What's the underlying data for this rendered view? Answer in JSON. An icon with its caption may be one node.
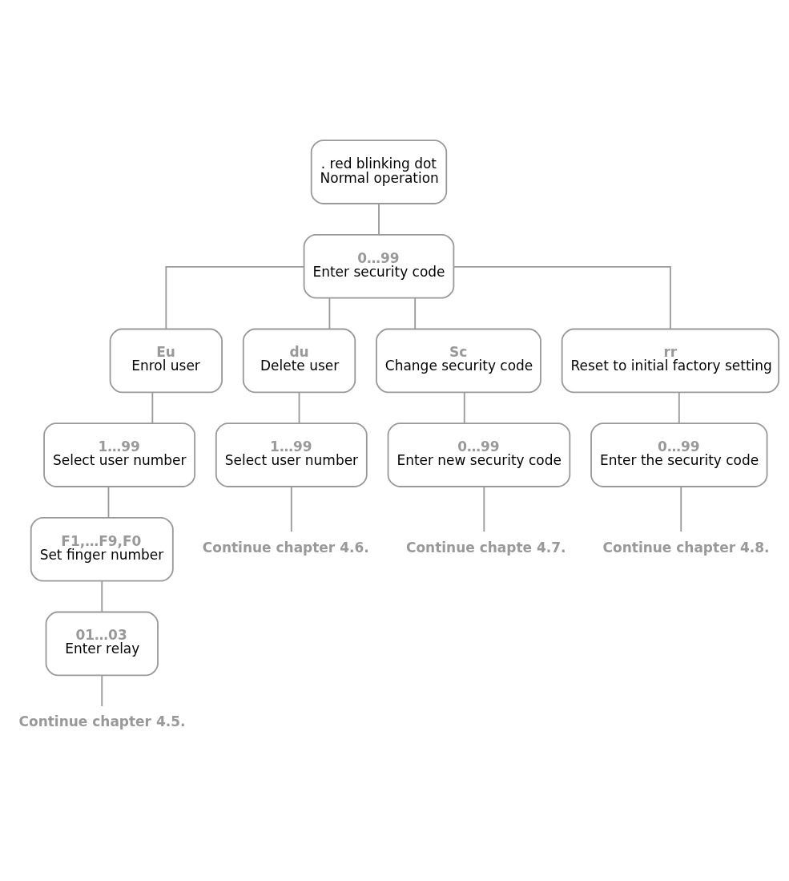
{
  "diagram": {
    "nodes": [
      {
        "text": [
          ". red blinking dot",
          "Normal operation"
        ]
      },
      {
        "text": [
          "0…99",
          "Enter security code"
        ]
      },
      {
        "text": [
          "Eu",
          "Enrol user"
        ]
      },
      {
        "text": [
          "du",
          "Delete user"
        ]
      },
      {
        "text": [
          "Sc",
          "Change security code"
        ]
      },
      {
        "text": [
          "rr",
          "Reset to initial factory setting"
        ]
      },
      {
        "text": [
          "1…99",
          "Select user number"
        ]
      },
      {
        "text": [
          "1…99",
          "Select user number"
        ]
      },
      {
        "text": [
          "0…99",
          "Enter new security code"
        ]
      },
      {
        "text": [
          "0…99",
          "Enter the security code"
        ]
      },
      {
        "text": [
          "F1,…F9,F0",
          "Set finger number"
        ]
      },
      {
        "text": [
          "Continue chapter 4.6."
        ]
      },
      {
        "text": [
          "Continue chapte 4.7."
        ]
      },
      {
        "text": [
          "Continue chapter 4.8."
        ]
      },
      {
        "text": [
          "01…03",
          "Enter relay"
        ]
      },
      {
        "text": [
          "Continue chapter 4.5."
        ]
      }
    ],
    "edges": [
      {
        "from": 0,
        "to": 1,
        "arrow": "none"
      },
      {
        "from": 1,
        "to": 2,
        "arrow": "none"
      },
      {
        "from": 1,
        "to": 3,
        "arrow": "none"
      },
      {
        "from": 1,
        "to": 4,
        "arrow": "none"
      },
      {
        "from": 1,
        "to": 5,
        "arrow": "none"
      },
      {
        "from": 2,
        "to": 6,
        "arrow": "none"
      },
      {
        "from": 3,
        "to": 7,
        "arrow": "none"
      },
      {
        "from": 4,
        "to": 8,
        "arrow": "none"
      },
      {
        "from": 5,
        "to": 9,
        "arrow": "none"
      },
      {
        "from": 6,
        "to": 10,
        "arrow": "none"
      },
      {
        "from": 7,
        "to": 11,
        "arrow": "none"
      },
      {
        "from": 8,
        "to": 12,
        "arrow": "none"
      },
      {
        "from": 9,
        "to": 13,
        "arrow": "none"
      },
      {
        "from": 10,
        "to": 14,
        "arrow": "none"
      },
      {
        "from": 14,
        "to": 15,
        "arrow": "none"
      }
    ]
  }
}
